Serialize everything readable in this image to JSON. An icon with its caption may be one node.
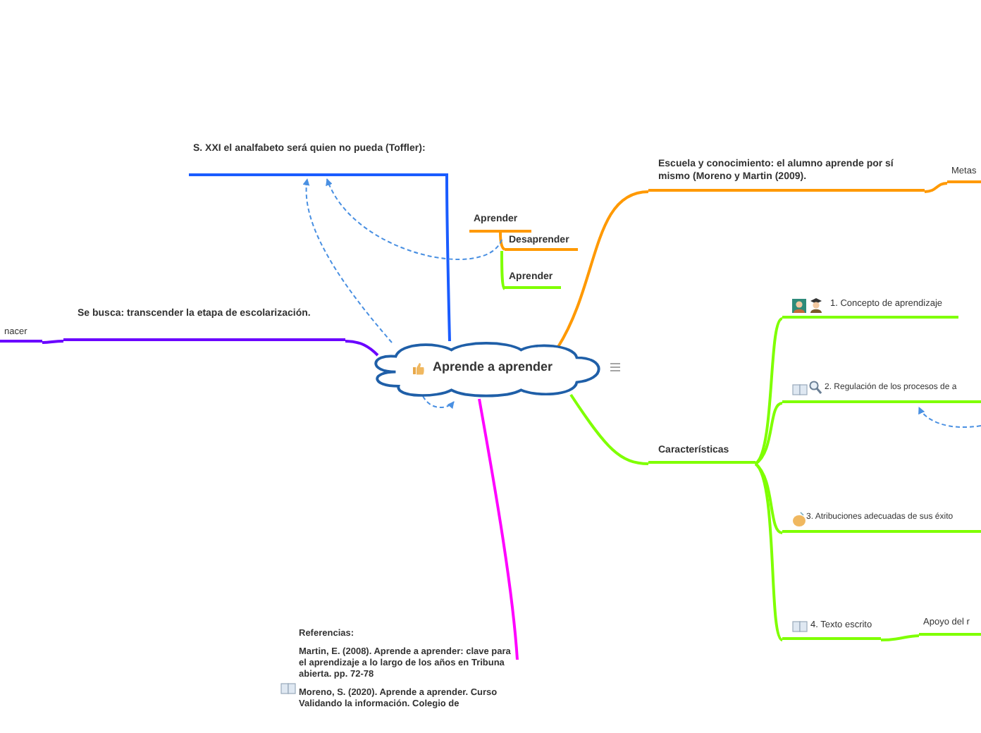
{
  "diagram": {
    "nodes": [
      {
        "text": [
          "Aprende a aprender"
        ]
      },
      {
        "text": [
          "S. XXI el analfabeto será quien no pueda (Toffler):"
        ]
      },
      {
        "text": [
          "Aprender"
        ]
      },
      {
        "text": [
          "Desaprender"
        ]
      },
      {
        "text": [
          "Aprender"
        ]
      },
      {
        "text": [
          "Se busca: transcender la etapa de escolarización."
        ]
      },
      {
        "text": [
          "nacer"
        ]
      },
      {
        "text": [
          "Escuela y conocimiento: el alumno aprende por sí mismo (Moreno y Martin (2009)."
        ]
      },
      {
        "text": [
          "Metas"
        ]
      },
      {
        "text": [
          "Características"
        ]
      },
      {
        "text": [
          "1. Concepto de aprendizaje"
        ]
      },
      {
        "text": [
          "2. Regulación de los procesos de a"
        ]
      },
      {
        "text": [
          "3. Atribuciones adecuadas de sus éxito"
        ]
      },
      {
        "text": [
          "4. Texto escrito"
        ]
      },
      {
        "text": [
          "Apoyo del r"
        ]
      },
      {
        "text": [
          "Referencias:",
          "Martin, E. (2008). Aprende a aprender: clave para el aprendizaje a lo largo de los años en Tribuna abierta. pp. 72-78",
          "Moreno, S. (2020). Aprende a aprender. Curso Validando la información. Colegio de"
        ]
      }
    ],
    "edges": [
      {
        "from": 0,
        "to": 1,
        "arrow": "none",
        "color": "#1a5cff"
      },
      {
        "from": 0,
        "to": 5,
        "arrow": "none",
        "color": "#6a00ff"
      },
      {
        "from": 5,
        "to": 6,
        "arrow": "none",
        "color": "#6a00ff"
      },
      {
        "from": 0,
        "to": 7,
        "arrow": "none",
        "color": "#ff9900"
      },
      {
        "from": 7,
        "to": 8,
        "arrow": "none",
        "color": "#ff9900"
      },
      {
        "from": 2,
        "to": 3,
        "arrow": "none",
        "color": "#ff9900"
      },
      {
        "from": 3,
        "to": 4,
        "arrow": "none"
      },
      {
        "from": 2,
        "to": 1,
        "arrow": "to",
        "style": "dashed",
        "color": "#4a90e2"
      },
      {
        "from": 0,
        "to": 1,
        "arrow": "to",
        "style": "dashed",
        "color": "#4a90e2"
      },
      {
        "from": 0,
        "to": 9,
        "arrow": "none"
      },
      {
        "from": 9,
        "to": 10,
        "arrow": "none"
      },
      {
        "from": 9,
        "to": 11,
        "arrow": "none"
      },
      {
        "from": 9,
        "to": 12,
        "arrow": "none"
      },
      {
        "from": 9,
        "to": 13,
        "arrow": "none"
      },
      {
        "from": 13,
        "to": 14,
        "arrow": "none"
      },
      {
        "from": 0,
        "to": 15,
        "arrow": "none",
        "color": "#ff00ff"
      },
      {
        "from": null,
        "to": 11,
        "arrow": "to",
        "style": "dashed",
        "color": "#4a90e2"
      },
      {
        "from": 0,
        "to": 0,
        "arrow": "to",
        "style": "dashed",
        "color": "#4a90e2"
      }
    ]
  }
}
